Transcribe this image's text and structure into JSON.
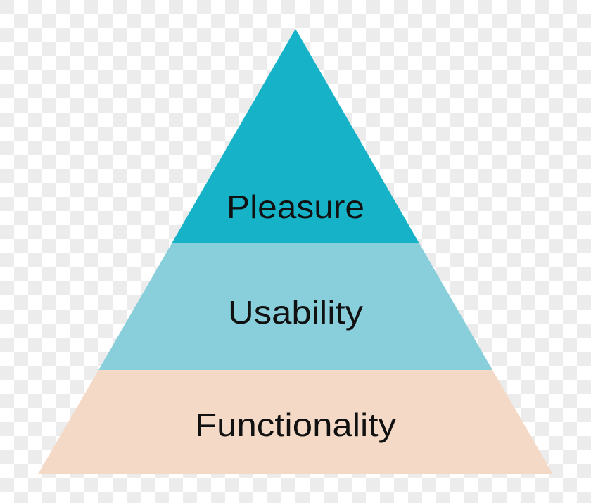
{
  "diagram": {
    "type": "pyramid",
    "layers": [
      {
        "label": "Pleasure",
        "color": "#16b3c8",
        "position": "top"
      },
      {
        "label": "Usability",
        "color": "#89cfdb",
        "position": "middle"
      },
      {
        "label": "Functionality",
        "color": "#f4d9c6",
        "position": "bottom"
      }
    ]
  }
}
